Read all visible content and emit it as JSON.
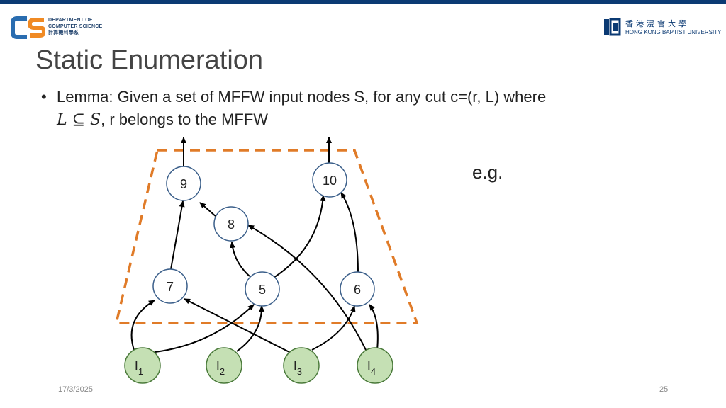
{
  "header": {
    "dept_line1": "DEPARTMENT OF",
    "dept_line2": "COMPUTER SCIENCE",
    "dept_line3": "計算機科學系",
    "univ_cn": "香港浸會大學",
    "univ_en": "HONG KONG BAPTIST UNIVERSITY"
  },
  "slide": {
    "title": "Static Enumeration",
    "bullet_dot": "•",
    "bullet_line1": "Lemma: Given a set of MFFW input nodes S, for any cut c=(r, L) where",
    "bullet_math": "L ⊆ S",
    "bullet_line2_rest": ", r belongs to the MFFW",
    "example_label": "e.g."
  },
  "diagram": {
    "nodes": [
      {
        "id": "n9",
        "label": "9"
      },
      {
        "id": "n10",
        "label": "10"
      },
      {
        "id": "n8",
        "label": "8"
      },
      {
        "id": "n7",
        "label": "7"
      },
      {
        "id": "n5",
        "label": "5"
      },
      {
        "id": "n6",
        "label": "6"
      }
    ],
    "inputs": [
      {
        "id": "i1",
        "label": "I",
        "sub": "1"
      },
      {
        "id": "i2",
        "label": "I",
        "sub": "2"
      },
      {
        "id": "i3",
        "label": "I",
        "sub": "3"
      },
      {
        "id": "i4",
        "label": "I",
        "sub": "4"
      }
    ],
    "colors": {
      "cut_border": "#e07b28",
      "input_fill": "#c5e0b4",
      "node_border": "#3b5f8a"
    }
  },
  "footer": {
    "date": "17/3/2025",
    "page": "25"
  }
}
